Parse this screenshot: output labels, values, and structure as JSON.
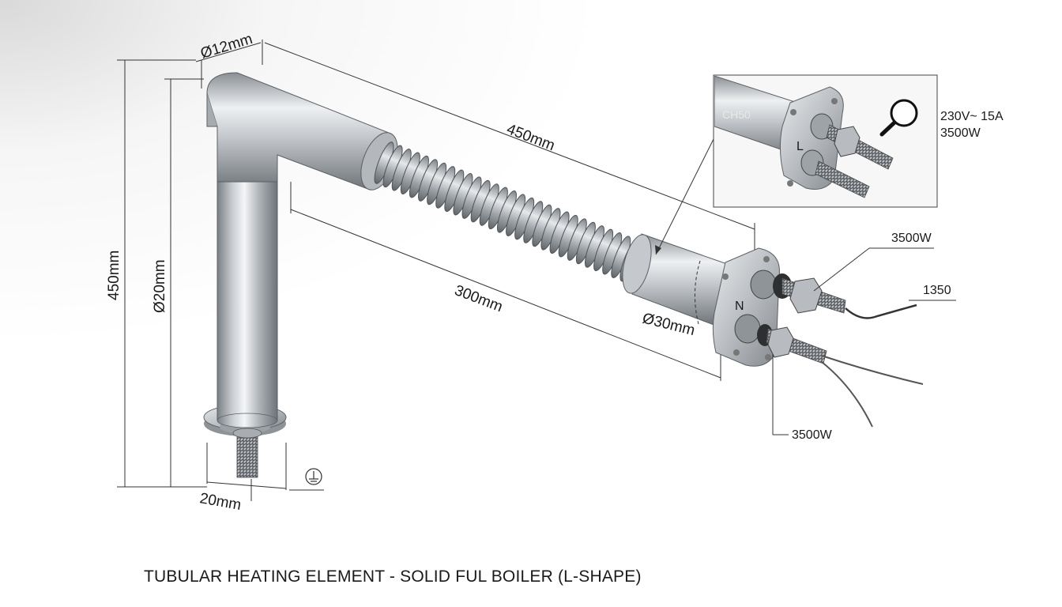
{
  "dimensions": {
    "pipe_diameter": "Ø12mm",
    "overall_length": "450mm",
    "heated_length": "300mm",
    "head_diameter": "Ø30mm",
    "total_height": "450mm",
    "inner_height": "Ø20mm",
    "base_width": "20mm"
  },
  "inset": {
    "rating_line1": "230V~ 15A",
    "rating_line2": "3500W",
    "flange_mark": "L",
    "faint_label": "CH50"
  },
  "callouts": {
    "upper_terminal": "3500W",
    "wire_label": "1350",
    "lower_terminal": "3500W"
  },
  "flange_mark": "N",
  "caption": "TUBULAR HEATING ELEMENT - SOLID FUL BOILER (L-SHAPE)"
}
